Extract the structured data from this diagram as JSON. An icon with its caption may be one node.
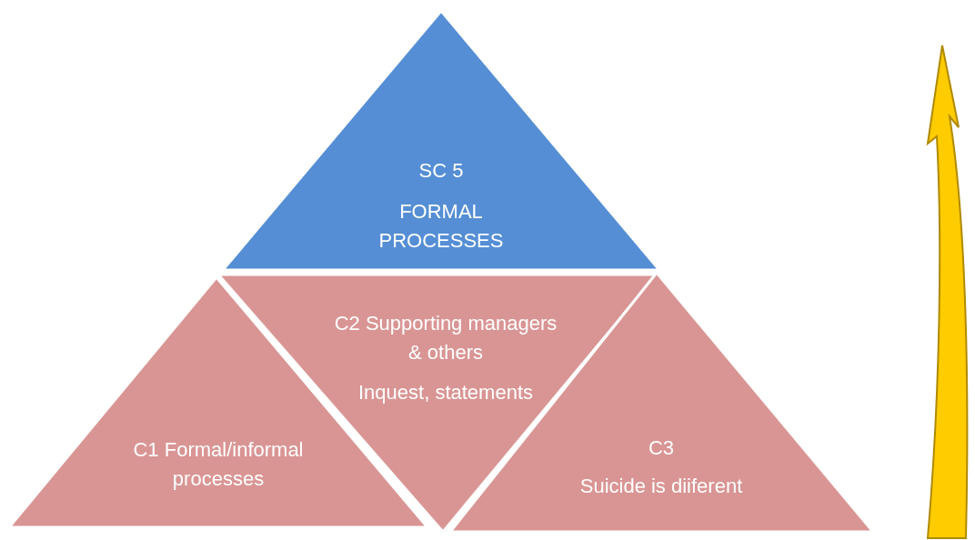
{
  "diagram": {
    "nodes": [
      {
        "text": [
          "SC 5",
          "FORMAL PROCESSES"
        ]
      },
      {
        "text": [
          "C2 Supporting managers & others",
          "Inquest, statements"
        ]
      },
      {
        "text": [
          "C1 Formal/informal processes"
        ]
      },
      {
        "text": [
          "C3",
          "Suicide is diiferent"
        ]
      }
    ]
  }
}
